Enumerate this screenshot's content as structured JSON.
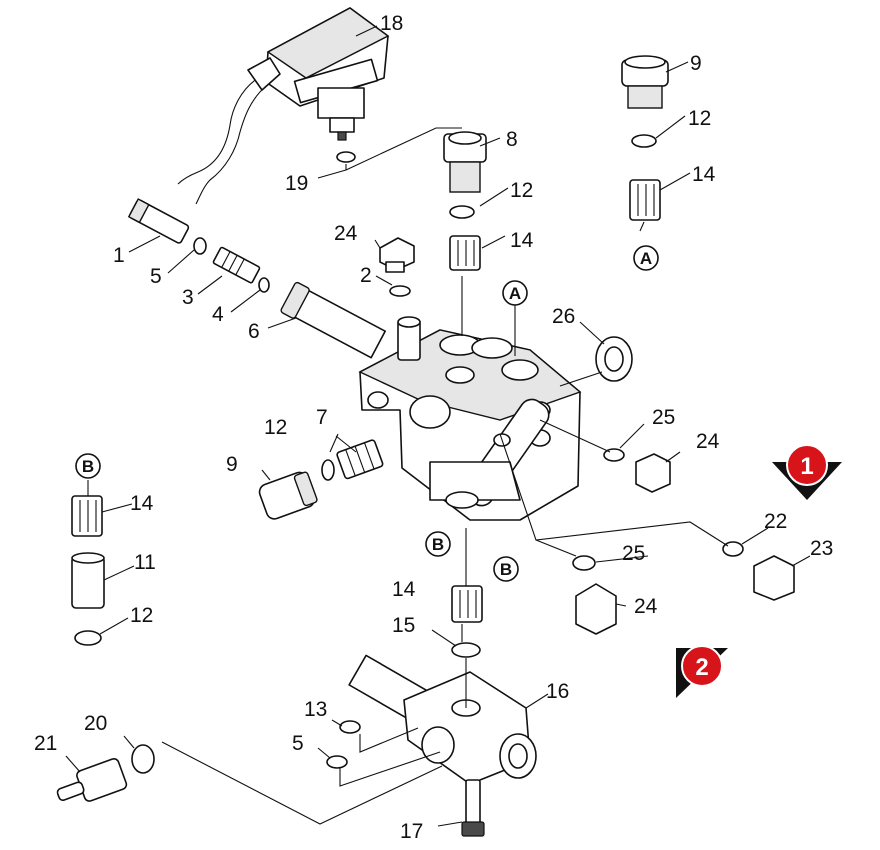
{
  "labels": {
    "l1": "1",
    "l2": "2",
    "l3": "3",
    "l4": "4",
    "l5a": "5",
    "l5b": "5",
    "l6": "6",
    "l7": "7",
    "l8": "8",
    "l9a": "9",
    "l9b": "9",
    "l11": "11",
    "l12a": "12",
    "l12b": "12",
    "l12c": "12",
    "l12d": "12",
    "l13": "13",
    "l14a": "14",
    "l14b": "14",
    "l14c": "14",
    "l14d": "14",
    "l15": "15",
    "l16": "16",
    "l17": "17",
    "l18": "18",
    "l19": "19",
    "l20": "20",
    "l21": "21",
    "l22": "22",
    "l23": "23",
    "l24a": "24",
    "l24b": "24",
    "l24c": "24",
    "l25a": "25",
    "l25b": "25",
    "l26": "26"
  },
  "markers": {
    "a1": "A",
    "a2": "A",
    "b1": "B",
    "b2": "B",
    "b3": "B"
  },
  "badges": {
    "badge1": "1",
    "badge2": "2",
    "color": "#d7141a"
  }
}
